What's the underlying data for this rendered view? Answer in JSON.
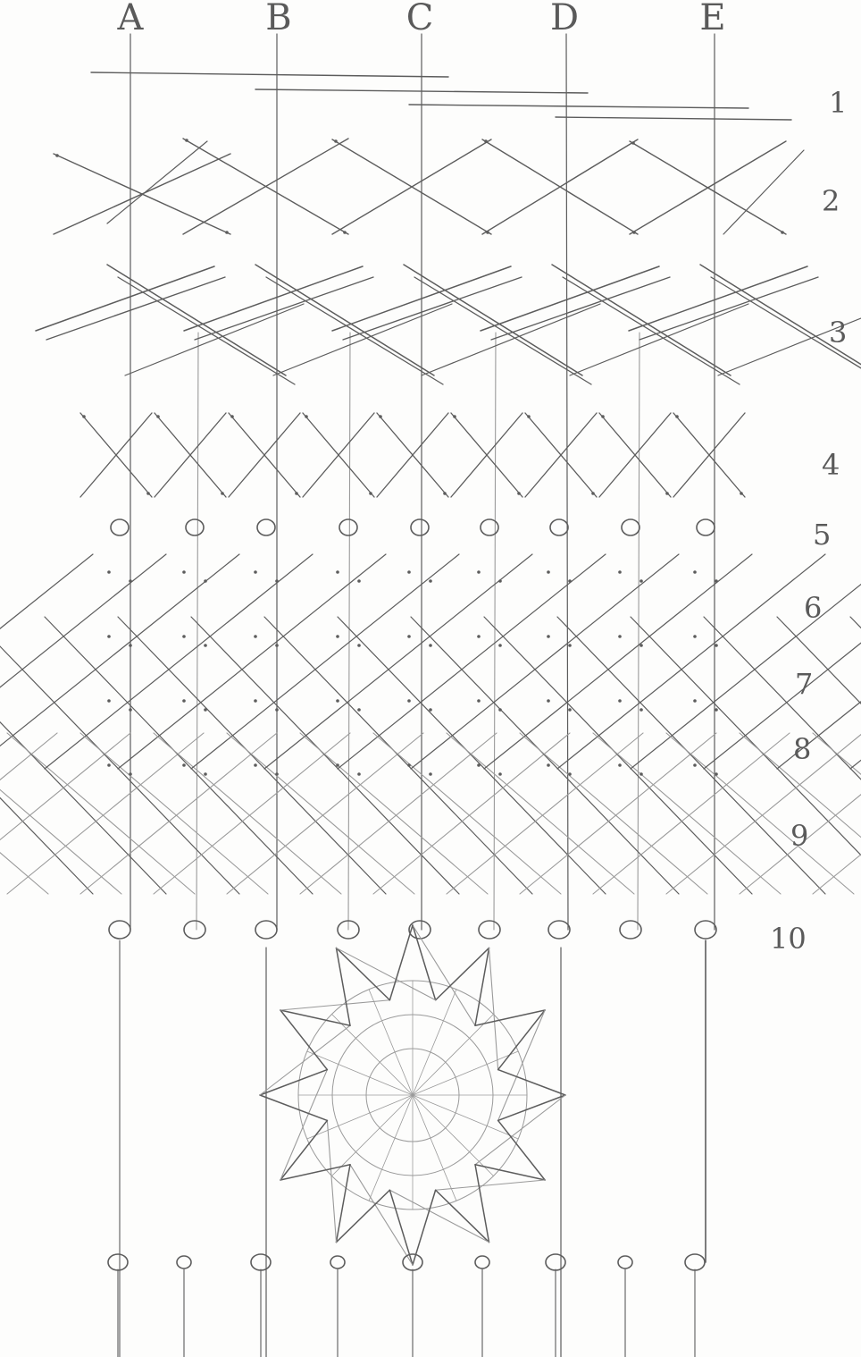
{
  "diagram": {
    "columns": [
      "A",
      "B",
      "C",
      "D",
      "E"
    ],
    "rows": [
      "1",
      "2",
      "3",
      "4",
      "5",
      "6",
      "7",
      "8",
      "9",
      "10"
    ]
  },
  "colors": {
    "paper": "#fdfdfc",
    "pencil": "#5c5c5c",
    "pencil_light": "#9a9a9a"
  }
}
